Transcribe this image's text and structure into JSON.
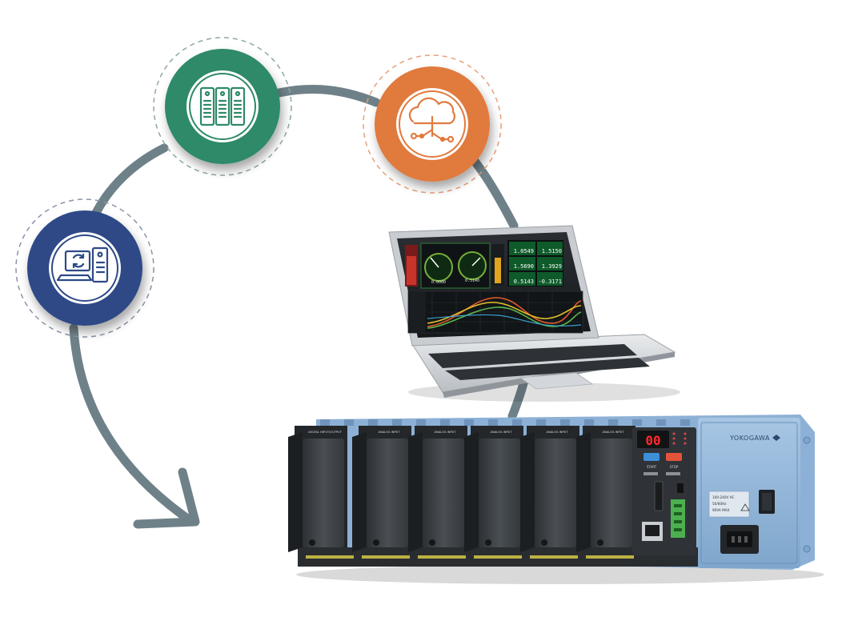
{
  "colors": {
    "path": "#6f8188",
    "node_blue": "#2d4a86",
    "node_green": "#2f8a68",
    "node_orange": "#e07a3e",
    "rack_blue": "#93b6d8",
    "module_gray": "#3f4347"
  },
  "nodes": [
    {
      "id": "software",
      "icon": "laptop-sync-icon",
      "color": "#2d4a86"
    },
    {
      "id": "servers",
      "icon": "server-rack-icon",
      "color": "#2f8a68"
    },
    {
      "id": "cloud",
      "icon": "cloud-network-icon",
      "color": "#e07a3e"
    }
  ],
  "laptop": {
    "readouts": [
      "1.0549",
      "1.5150",
      "1.5690",
      "1.3929",
      "0.5143",
      "-0.3171"
    ],
    "gauge_values": [
      "0.0000",
      "0.5140"
    ]
  },
  "device": {
    "brand": "YOKOGAWA",
    "display": "00",
    "module_labels": [
      "DIGITAL INPUT/OUTPUT",
      "ANALOG INPUT",
      "ANALOG INPUT",
      "ANALOG INPUT",
      "ANALOG INPUT",
      "ANALOG INPUT"
    ],
    "buttons": [
      "START",
      "STOP"
    ],
    "power_label": "100-240V AC",
    "power_freq": "50/60Hz",
    "power_rating": "90VA MAX"
  }
}
